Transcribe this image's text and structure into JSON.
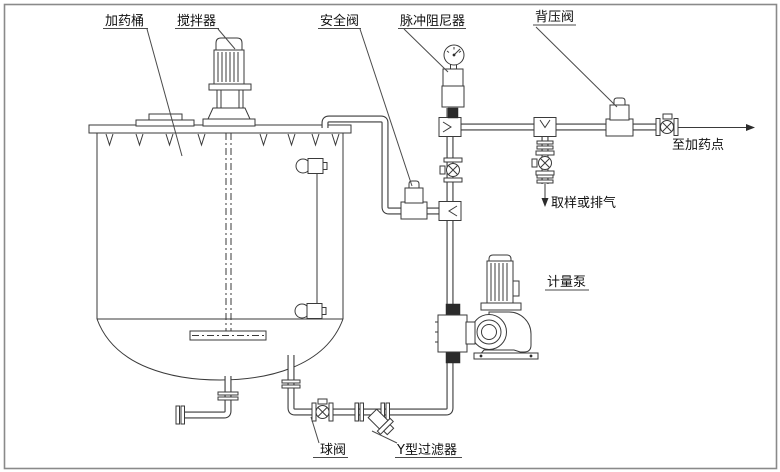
{
  "diagram": {
    "type": "piping-instrumentation-diagram",
    "subject": "chemical dosing (metering pump) skid",
    "colors": {
      "background": "#ffffff",
      "line": "#3a3a3a",
      "frame_border": "#8f8f8f"
    },
    "labels": {
      "dosing_tank": "加药桶",
      "agitator": "搅拌器",
      "safety_valve": "安全阀",
      "pulse_damper": "脉冲阻尼器",
      "back_pressure_valve": "背压阀",
      "to_dosing_point": "至加药点",
      "sampling_or_vent": "取样或排气",
      "metering_pump": "计量泵",
      "ball_valve": "球阀",
      "y_strainer": "Y型过滤器"
    }
  }
}
